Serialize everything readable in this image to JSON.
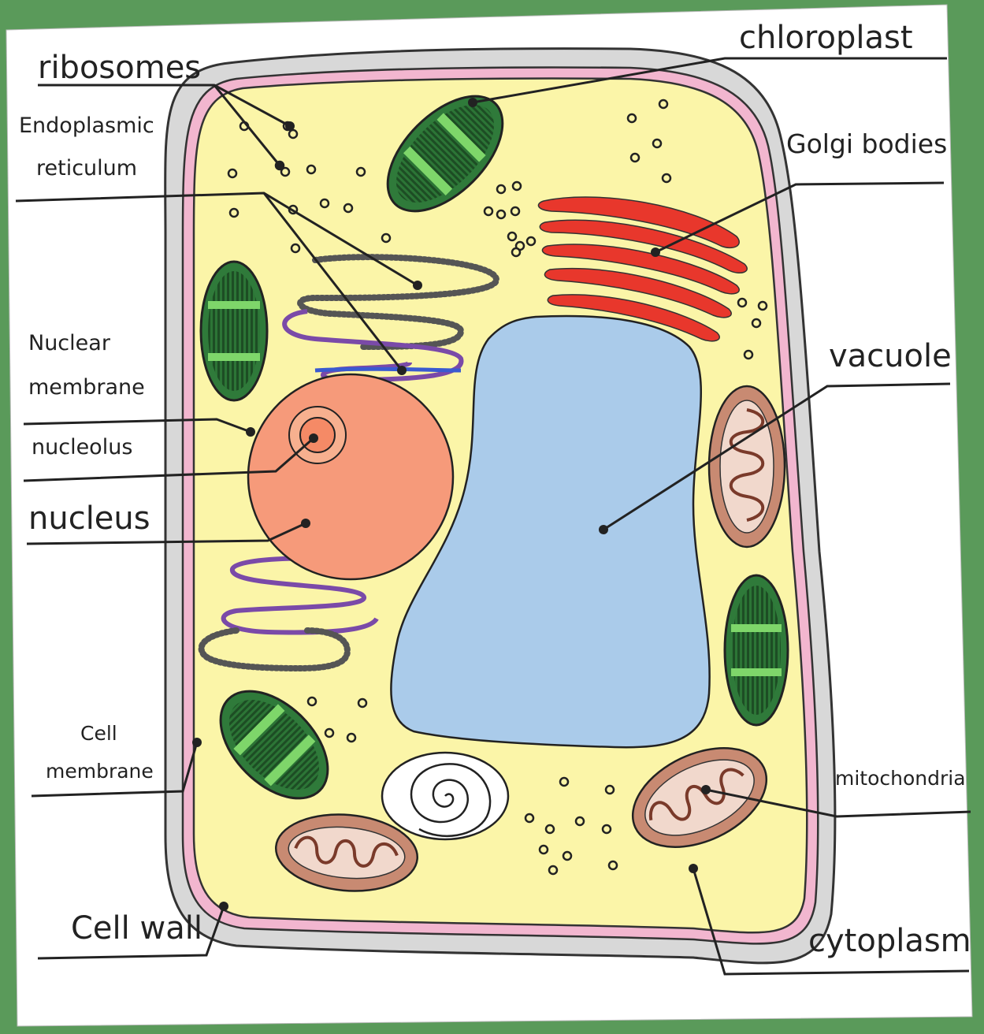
{
  "colors": {
    "background_green": "#5a9a5a",
    "paper": "#ffffff",
    "cell_wall": "#d8d8d8",
    "cell_membrane": "#f2b6cf",
    "cytoplasm": "#fbf5a8",
    "chloroplast": "#2f7a3a",
    "chloroplast_stripe": "#7ed66a",
    "golgi": "#e8372c",
    "er": "#7a4aa8",
    "nucleus": "#f69a7a",
    "vacuole": "#aacbea",
    "mitochondria": "#c88a72",
    "ink": "#222222"
  },
  "labels": {
    "ribosomes": "ribosomes",
    "er_line1": "Endoplasmic",
    "er_line2": "reticulum",
    "nuclear_membrane_line1": "Nuclear",
    "nuclear_membrane_line2": "membrane",
    "nucleolus": "nucleolus",
    "nucleus": "nucleus",
    "cell_membrane_line1": "Cell",
    "cell_membrane_line2": "membrane",
    "cell_wall": "Cell wall",
    "chloroplast": "chloroplast",
    "golgi_bodies": "Golgi bodies",
    "vacuole": "vacuole",
    "mitochondria": "mitochondria",
    "cytoplasm": "cytoplasm"
  }
}
